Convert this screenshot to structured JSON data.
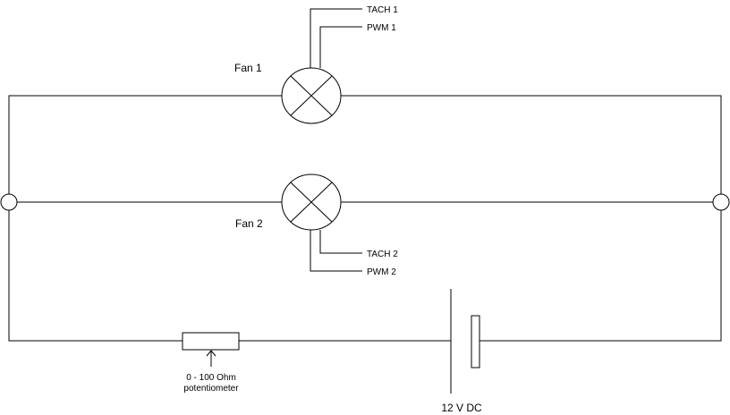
{
  "diagram": {
    "fan1": {
      "label": "Fan 1",
      "tach": "TACH 1",
      "pwm": "PWM 1"
    },
    "fan2": {
      "label": "Fan 2",
      "tach": "TACH 2",
      "pwm": "PWM 2"
    },
    "potentiometer": {
      "line1": "0 - 100 Ohm",
      "line2": "potentiometer"
    },
    "battery": {
      "label": "12 V DC"
    }
  }
}
